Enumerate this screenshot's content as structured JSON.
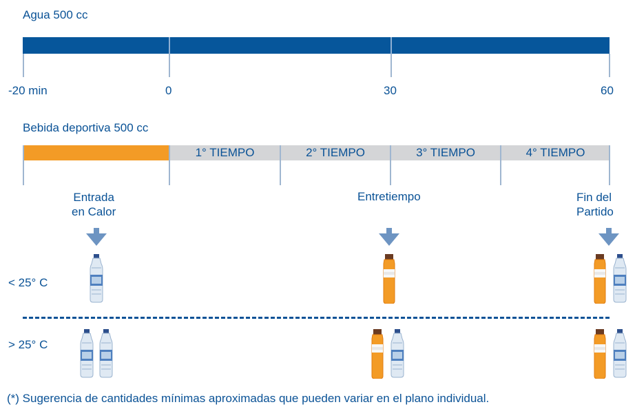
{
  "water_label": "Agua 500 cc",
  "water_timeline": {
    "ticks": [
      "-20 min",
      "0",
      "30",
      "60"
    ]
  },
  "sports_label": "Bebida deportiva 500 cc",
  "periods": [
    "1° TIEMPO",
    "2° TIEMPO",
    "3° TIEMPO",
    "4° TIEMPO"
  ],
  "moments": {
    "warmup": [
      "Entrada",
      "en Calor"
    ],
    "halftime": [
      "Entretiempo"
    ],
    "end": [
      "Fin del",
      "Partido"
    ]
  },
  "rows": {
    "below": "< 25° C",
    "above": "> 25° C"
  },
  "bottles": {
    "below_warmup": [
      "water"
    ],
    "below_halftime": [
      "sports"
    ],
    "below_end": [
      "sports",
      "water"
    ],
    "above_warmup": [
      "water",
      "water"
    ],
    "above_halftime": [
      "sports",
      "water"
    ],
    "above_end": [
      "sports",
      "water"
    ]
  },
  "footnote": "(*) Sugerencia de cantidades mínimas aproximadas que pueden variar en el plano individual.",
  "colors": {
    "text_blue": "#0a5296",
    "bar_blue": "#06569b",
    "orange": "#f39b26",
    "gray": "#d4d5d7",
    "arrow": "#6d94c2"
  }
}
